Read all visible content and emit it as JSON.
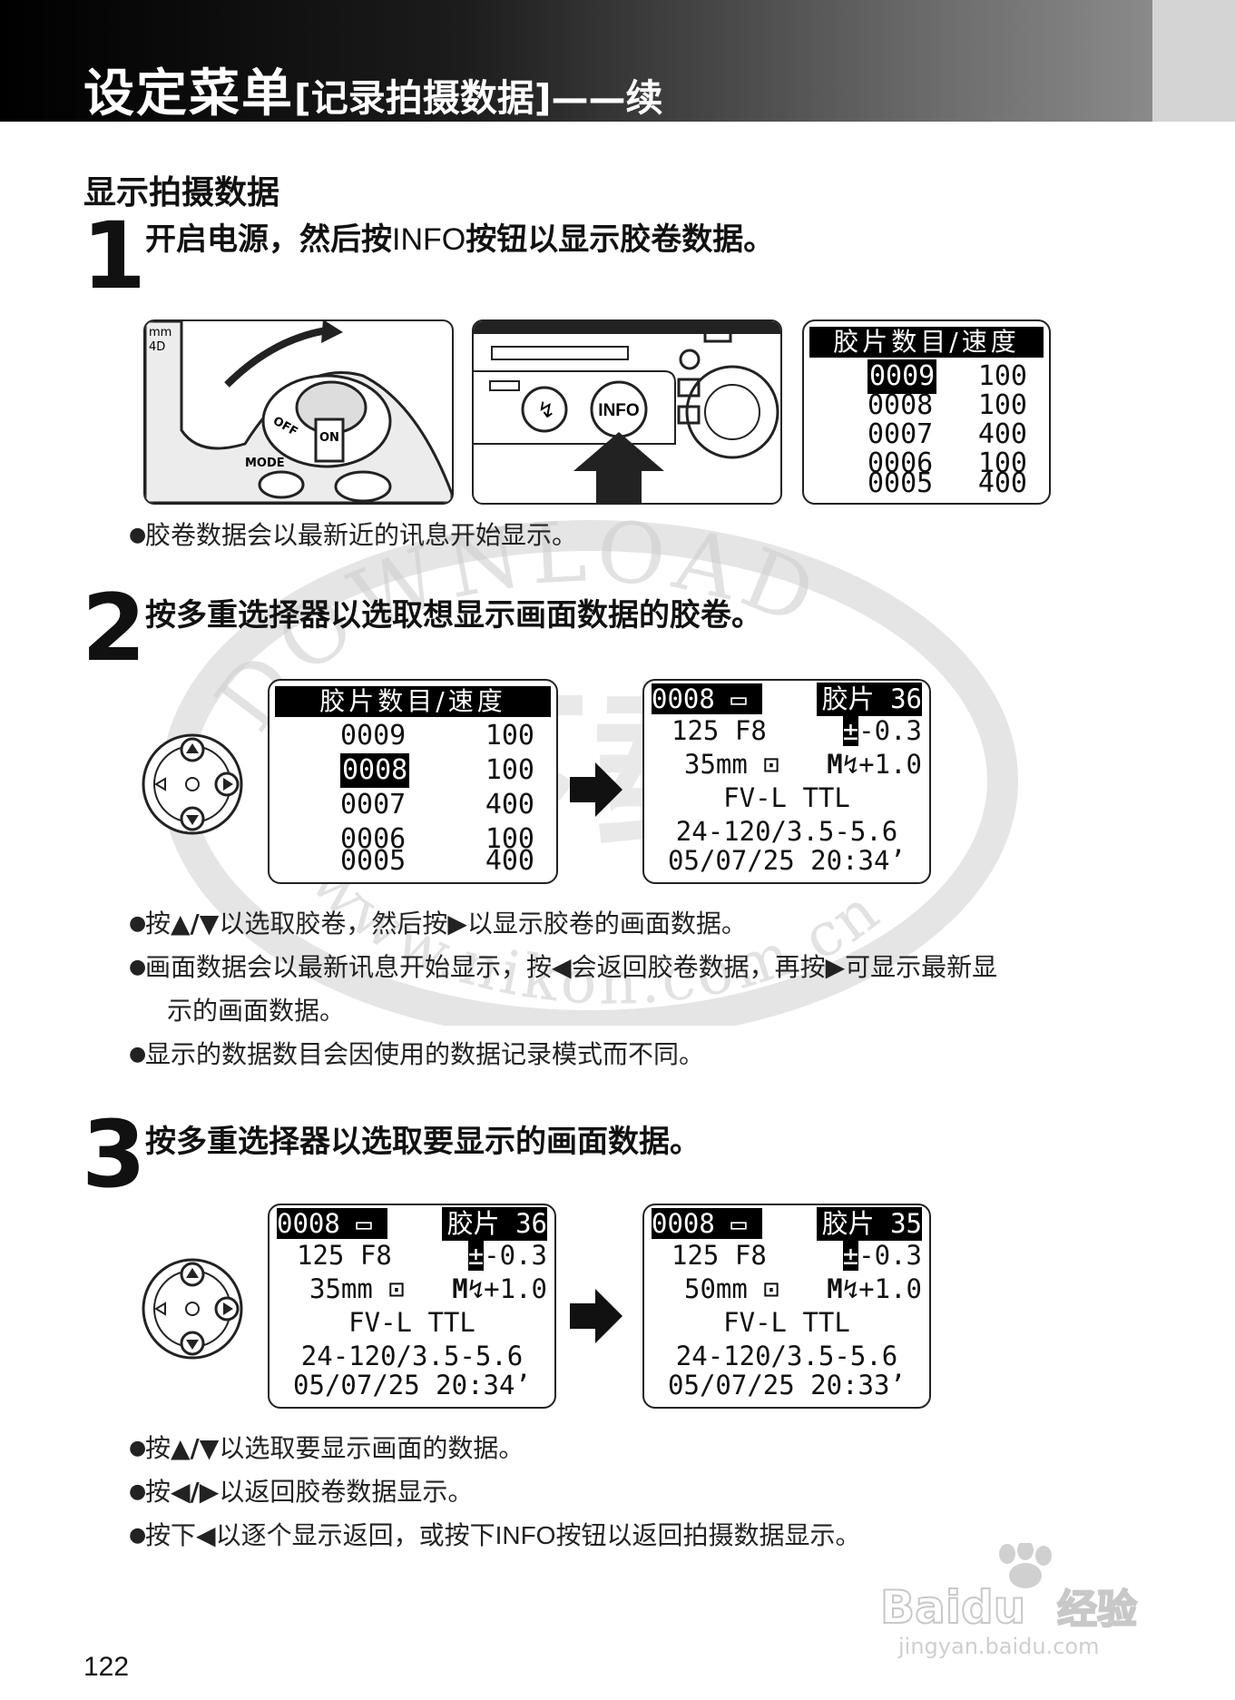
{
  "header": {
    "title_main": "设定菜单",
    "title_sub": "[记录拍摄数据]——续"
  },
  "section": {
    "title": "显示拍摄数据"
  },
  "steps": [
    {
      "num": "1",
      "text_before": "开启电源，然后按",
      "text_info": "INFO",
      "text_after": "按钮以显示胶卷数据。",
      "bullets": [
        "胶卷数据会以最新近的讯息开始显示。"
      ]
    },
    {
      "num": "2",
      "text": "按多重选择器以选取想显示画面数据的胶卷。",
      "bullets": [
        {
          "pre": "按",
          "sym": "▲/▼",
          "post": "以选取胶卷，然后按",
          "sym2": "▶",
          "post2": "以显示胶卷的画面数据。"
        },
        {
          "pre": "画面数据会以最新讯息开始显示，按",
          "sym": "◀",
          "post": "会返回胶卷数据，再按",
          "sym2": "▶",
          "post2": "可显示最新显"
        },
        {
          "cont": "示的画面数据。"
        },
        {
          "pre": "显示的数据数目会因使用的数据记录模式而不同。"
        }
      ]
    },
    {
      "num": "3",
      "text": "按多重选择器以选取要显示的画面数据。",
      "bullets": [
        {
          "pre": "按",
          "sym": "▲/▼",
          "post": "以选取要显示画面的数据。"
        },
        {
          "pre": "按",
          "sym": "◀/▶",
          "post": "以返回胶卷数据显示。"
        },
        {
          "pre": "按下",
          "sym": "◀",
          "post": "以逐个显示返回，或按下",
          "info": "INFO",
          "post2": "按钮以返回拍摄数据显示。"
        }
      ]
    }
  ],
  "camera": {
    "dial_off": "OFF",
    "dial_on": "ON",
    "mode_label": "MODE",
    "info_button": "INFO",
    "body_top_left": "mm",
    "body_top_left2": "4D"
  },
  "film_list": {
    "header": "胶片数目/速度",
    "rows": [
      {
        "num": "0009",
        "iso": "100"
      },
      {
        "num": "0008",
        "iso": "100"
      },
      {
        "num": "0007",
        "iso": "400"
      },
      {
        "num": "0006",
        "iso": "100"
      },
      {
        "num": "0005",
        "iso": "400"
      }
    ],
    "selected_step1": 0,
    "selected_step2": 1
  },
  "frame_data": [
    {
      "film": "0008",
      "frame_label": "胶片",
      "frame": "36",
      "shutter": "125",
      "aperture": "F8",
      "exp_comp": "-0.3",
      "focal": "35mm",
      "mode": "M",
      "flash_comp": "+1.0",
      "flash": "FV-L TTL",
      "lens": "24-120/3.5-5.6",
      "datetime": "05/07/25 20:34’"
    },
    {
      "film": "0008",
      "frame_label": "胶片",
      "frame": "35",
      "shutter": "125",
      "aperture": "F8",
      "exp_comp": "-0.3",
      "focal": "50mm",
      "mode": "M",
      "flash_comp": "+1.0",
      "flash": "FV-L TTL",
      "lens": "24-120/3.5-5.6",
      "datetime": "05/07/25 20:33’"
    }
  ],
  "watermark": {
    "arc_top": "DOWNLOAD",
    "center": "下载",
    "arc_bottom": "www.nikon.com.cn"
  },
  "baidu": {
    "brand": "Baidu",
    "label": "经验",
    "url": "jingyan.baidu.com"
  },
  "page_number": "122"
}
